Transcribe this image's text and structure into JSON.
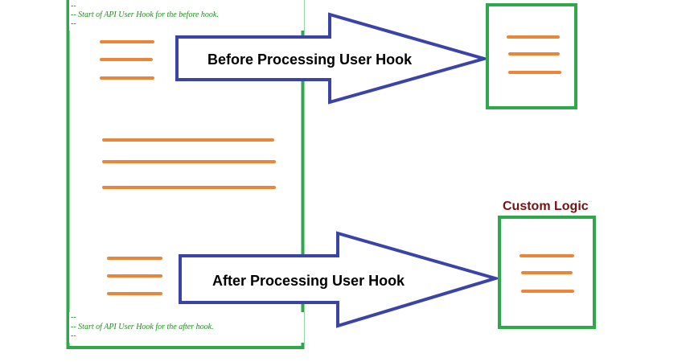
{
  "colors": {
    "box_border": "#2ea84b",
    "code_line": "#e8873a",
    "arrow_stroke": "#3a44a8",
    "arrow_fill": "#ffffff",
    "comment_text": "#1e8c1e",
    "title_text": "#7a1010"
  },
  "main_block": {
    "before_comment": {
      "line1": "--",
      "line2": "-- Start of API User Hook for the before hook.",
      "line3": "--"
    },
    "after_comment": {
      "line1": "--",
      "line2": "-- Start of API User Hook for the after hook.",
      "line3": "--"
    }
  },
  "arrows": {
    "before": {
      "label": "Before Processing User Hook"
    },
    "after": {
      "label": "After Processing User Hook"
    }
  },
  "custom_logic": {
    "title": "Custom Logic"
  }
}
